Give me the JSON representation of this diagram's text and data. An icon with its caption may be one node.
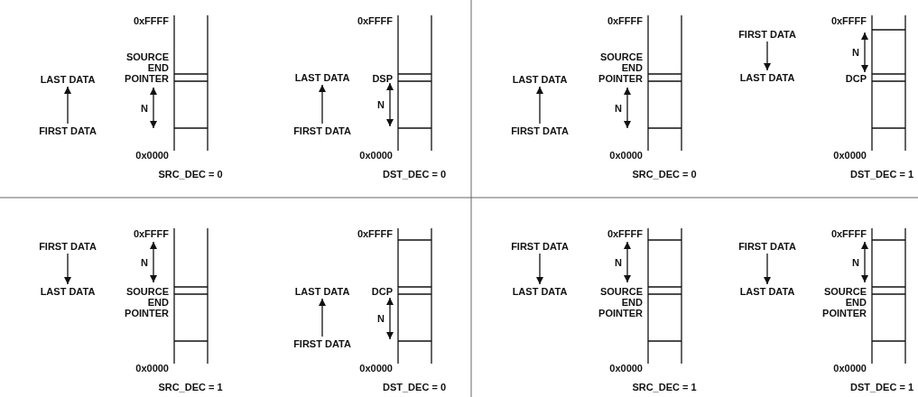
{
  "diagram": {
    "nodes": [
      {
        "text": [
          "LAST DATA"
        ]
      },
      {
        "text": [
          "FIRST DATA"
        ]
      },
      {
        "text": [
          "LAST DATA"
        ]
      },
      {
        "text": [
          "FIRST DATA"
        ]
      },
      {
        "text": [
          "LAST DATA"
        ]
      },
      {
        "text": [
          "FIRST DATA"
        ]
      },
      {
        "text": [
          "FIRST DATA"
        ]
      },
      {
        "text": [
          "LAST DATA"
        ]
      },
      {
        "text": [
          "FIRST DATA"
        ]
      },
      {
        "text": [
          "LAST DATA"
        ]
      },
      {
        "text": [
          "LAST DATA"
        ]
      },
      {
        "text": [
          "FIRST DATA"
        ]
      },
      {
        "text": [
          "FIRST DATA"
        ]
      },
      {
        "text": [
          "LAST DATA"
        ]
      },
      {
        "text": [
          "FIRST DATA"
        ]
      },
      {
        "text": [
          "LAST DATA"
        ]
      }
    ],
    "edges": [
      {
        "from": 1,
        "to": 0,
        "arrow": "to"
      },
      {
        "from": 3,
        "to": 2,
        "arrow": "to"
      },
      {
        "from": 5,
        "to": 4,
        "arrow": "to"
      },
      {
        "from": 6,
        "to": 7,
        "arrow": "to"
      },
      {
        "from": 8,
        "to": 9,
        "arrow": "to"
      },
      {
        "from": 11,
        "to": 10,
        "arrow": "to"
      },
      {
        "from": 12,
        "to": 13,
        "arrow": "to"
      },
      {
        "from": 14,
        "to": 15,
        "arrow": "to"
      }
    ],
    "labels": [
      "0xFFFF",
      "SOURCE END POINTER",
      "N",
      "0x0000",
      "SRC_DEC = 0",
      "0xFFFF",
      "DSP",
      "N",
      "0x0000",
      "DST_DEC = 0",
      "0xFFFF",
      "SOURCE END POINTER",
      "N",
      "0x0000",
      "SRC_DEC = 0",
      "0xFFFF",
      "DCP",
      "N",
      "0x0000",
      "DST_DEC = 1",
      "0xFFFF",
      "SOURCE END POINTER",
      "N",
      "0x0000",
      "SRC_DEC = 1",
      "0xFFFF",
      "DCP",
      "N",
      "0x0000",
      "DST_DEC = 0",
      "0xFFFF",
      "SOURCE END POINTER",
      "N",
      "0x0000",
      "SRC_DEC = 1",
      "0xFFFF",
      "SOURCE END POINTER",
      "N",
      "0x0000",
      "DST_DEC = 1"
    ]
  }
}
